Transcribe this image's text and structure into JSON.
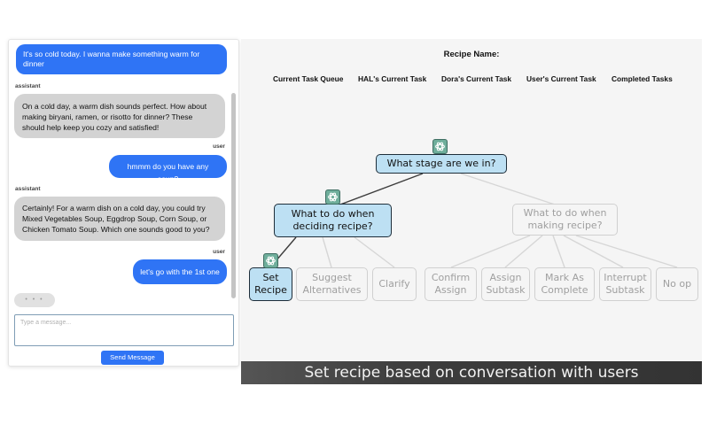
{
  "chat": {
    "messages": [
      {
        "role": "user",
        "role_label": "",
        "text": "It's so cold today. I wanna make something warm for dinner"
      },
      {
        "role": "assistant",
        "role_label": "assistant",
        "text": "On a cold day, a warm dish sounds perfect. How about making biryani, ramen, or risotto for dinner? These should help keep you cozy and satisfied!"
      },
      {
        "role": "user",
        "role_label": "user",
        "text": "hmmm do you have any soup?"
      },
      {
        "role": "assistant",
        "role_label": "assistant",
        "text": "Certainly! For a warm dish on a cold day, you could try Mixed Vegetables Soup, Eggdrop Soup, Corn Soup, or Chicken Tomato Soup. Which one sounds good to you?"
      },
      {
        "role": "user",
        "role_label": "user",
        "text": "let's go with the 1st one"
      }
    ],
    "typing_indicator": "• • •",
    "input": {
      "value": "",
      "placeholder": "Type a message..."
    },
    "send_label": "Send Message"
  },
  "panel": {
    "recipe_name_label": "Recipe Name:",
    "tabs": [
      "Current Task Queue",
      "HAL's Current Task",
      "Dora's Current Task",
      "User's Current Task",
      "Completed Tasks"
    ]
  },
  "tree": {
    "root": "What stage are we in?",
    "deciding": "What to do when deciding recipe?",
    "making": "What to do when making recipe?",
    "deciding_children": [
      "Set Recipe",
      "Suggest Alternatives",
      "Clarify"
    ],
    "making_children": [
      "Confirm Assign",
      "Assign Subtask",
      "Mark As Complete",
      "Interrupt Subtask",
      "No op"
    ]
  },
  "caption": "Set recipe based on conversation with users",
  "colors": {
    "user_bubble": "#2f74f5",
    "assistant_bubble": "#d3d3d3",
    "active_node": "#bde0f3",
    "icon_green": "#6fae9b"
  },
  "icons": {
    "node_badge": "openai-logo-icon"
  }
}
